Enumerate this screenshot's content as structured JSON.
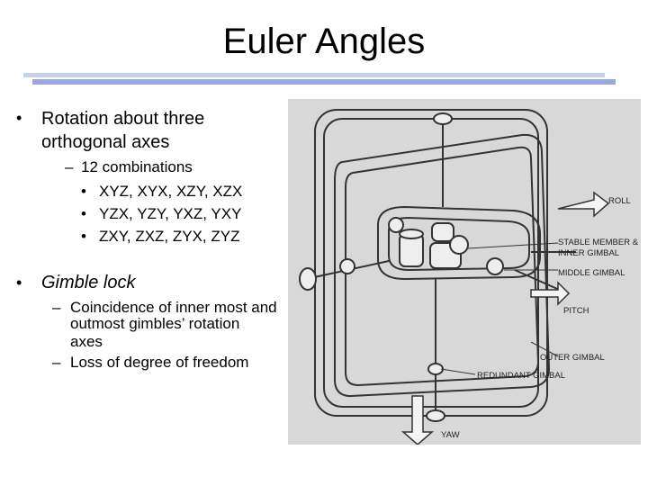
{
  "slide": {
    "title": "Euler Angles",
    "bullets": [
      {
        "text_line1": "Rotation about three",
        "text_line2": "orthogonal axes",
        "sub": {
          "text": "12 combinations",
          "items": [
            "XYZ, XYX, XZY, XZX",
            "YZX, YZY, YXZ, YXY",
            "ZXY, ZXZ, ZYX, ZYZ"
          ]
        }
      },
      {
        "text": "Gimble lock",
        "subs": [
          {
            "line1": "Coincidence of inner most and",
            "line2": "outmost gimbles’ rotation",
            "line3": "axes"
          },
          {
            "line1": "Loss of degree of freedom"
          }
        ]
      }
    ]
  },
  "figure": {
    "labels": {
      "roll": "ROLL",
      "stable_member_1": "STABLE MEMBER &",
      "stable_member_2": "INNER GIMBAL",
      "middle_gimbal": "MIDDLE GIMBAL",
      "pitch": "PITCH",
      "outer_gimbal": "OUTER GIMBAL",
      "redundant_gimbal": "REDUNDANT GIMBAL",
      "yaw": "YAW"
    }
  }
}
